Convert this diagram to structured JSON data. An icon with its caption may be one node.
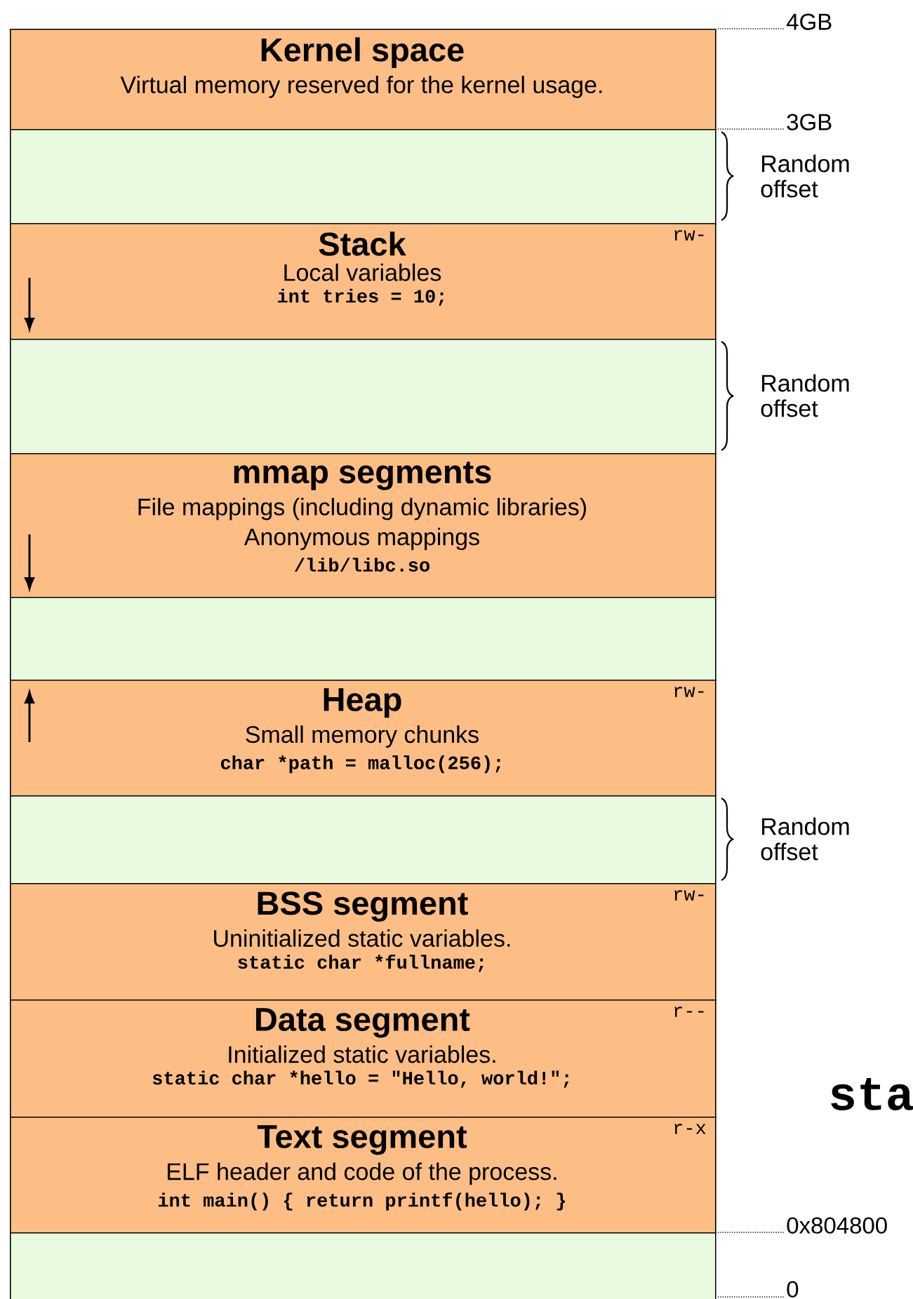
{
  "diagram": {
    "nodes": [
      {
        "text": [
          "Kernel space",
          "Virtual memory reserved for the kernel usage."
        ]
      },
      {
        "text": [],
        "shape": "box"
      },
      {
        "text": [
          "Stack",
          "Local variables",
          "int tries = 10;",
          "rw-"
        ]
      },
      {
        "text": [],
        "shape": "box"
      },
      {
        "text": [
          "mmap segments",
          "File mappings (including dynamic libraries)",
          "Anonymous mappings",
          "/lib/libc.so"
        ]
      },
      {
        "text": [],
        "shape": "box"
      },
      {
        "text": [
          "Heap",
          "Small memory chunks",
          "char *path = malloc(256);",
          "rw-"
        ]
      },
      {
        "text": [],
        "shape": "box"
      },
      {
        "text": [
          "BSS segment",
          "Uninitialized static variables.",
          "static char *fullname;",
          "rw-"
        ]
      },
      {
        "text": [
          "Data segment",
          "Initialized static variables.",
          "static char *hello = \"Hello, world!\";",
          "r--"
        ]
      },
      {
        "text": [
          "Text segment",
          "ELF header and code of the process.",
          "int main() { return printf(hello); }",
          "r-x"
        ]
      },
      {
        "text": [],
        "shape": "box"
      }
    ],
    "edges": [],
    "labels": [
      "4GB",
      "3GB",
      "Random offset",
      "Random offset",
      "Random offset",
      "sta",
      "0x804800",
      "0"
    ]
  }
}
